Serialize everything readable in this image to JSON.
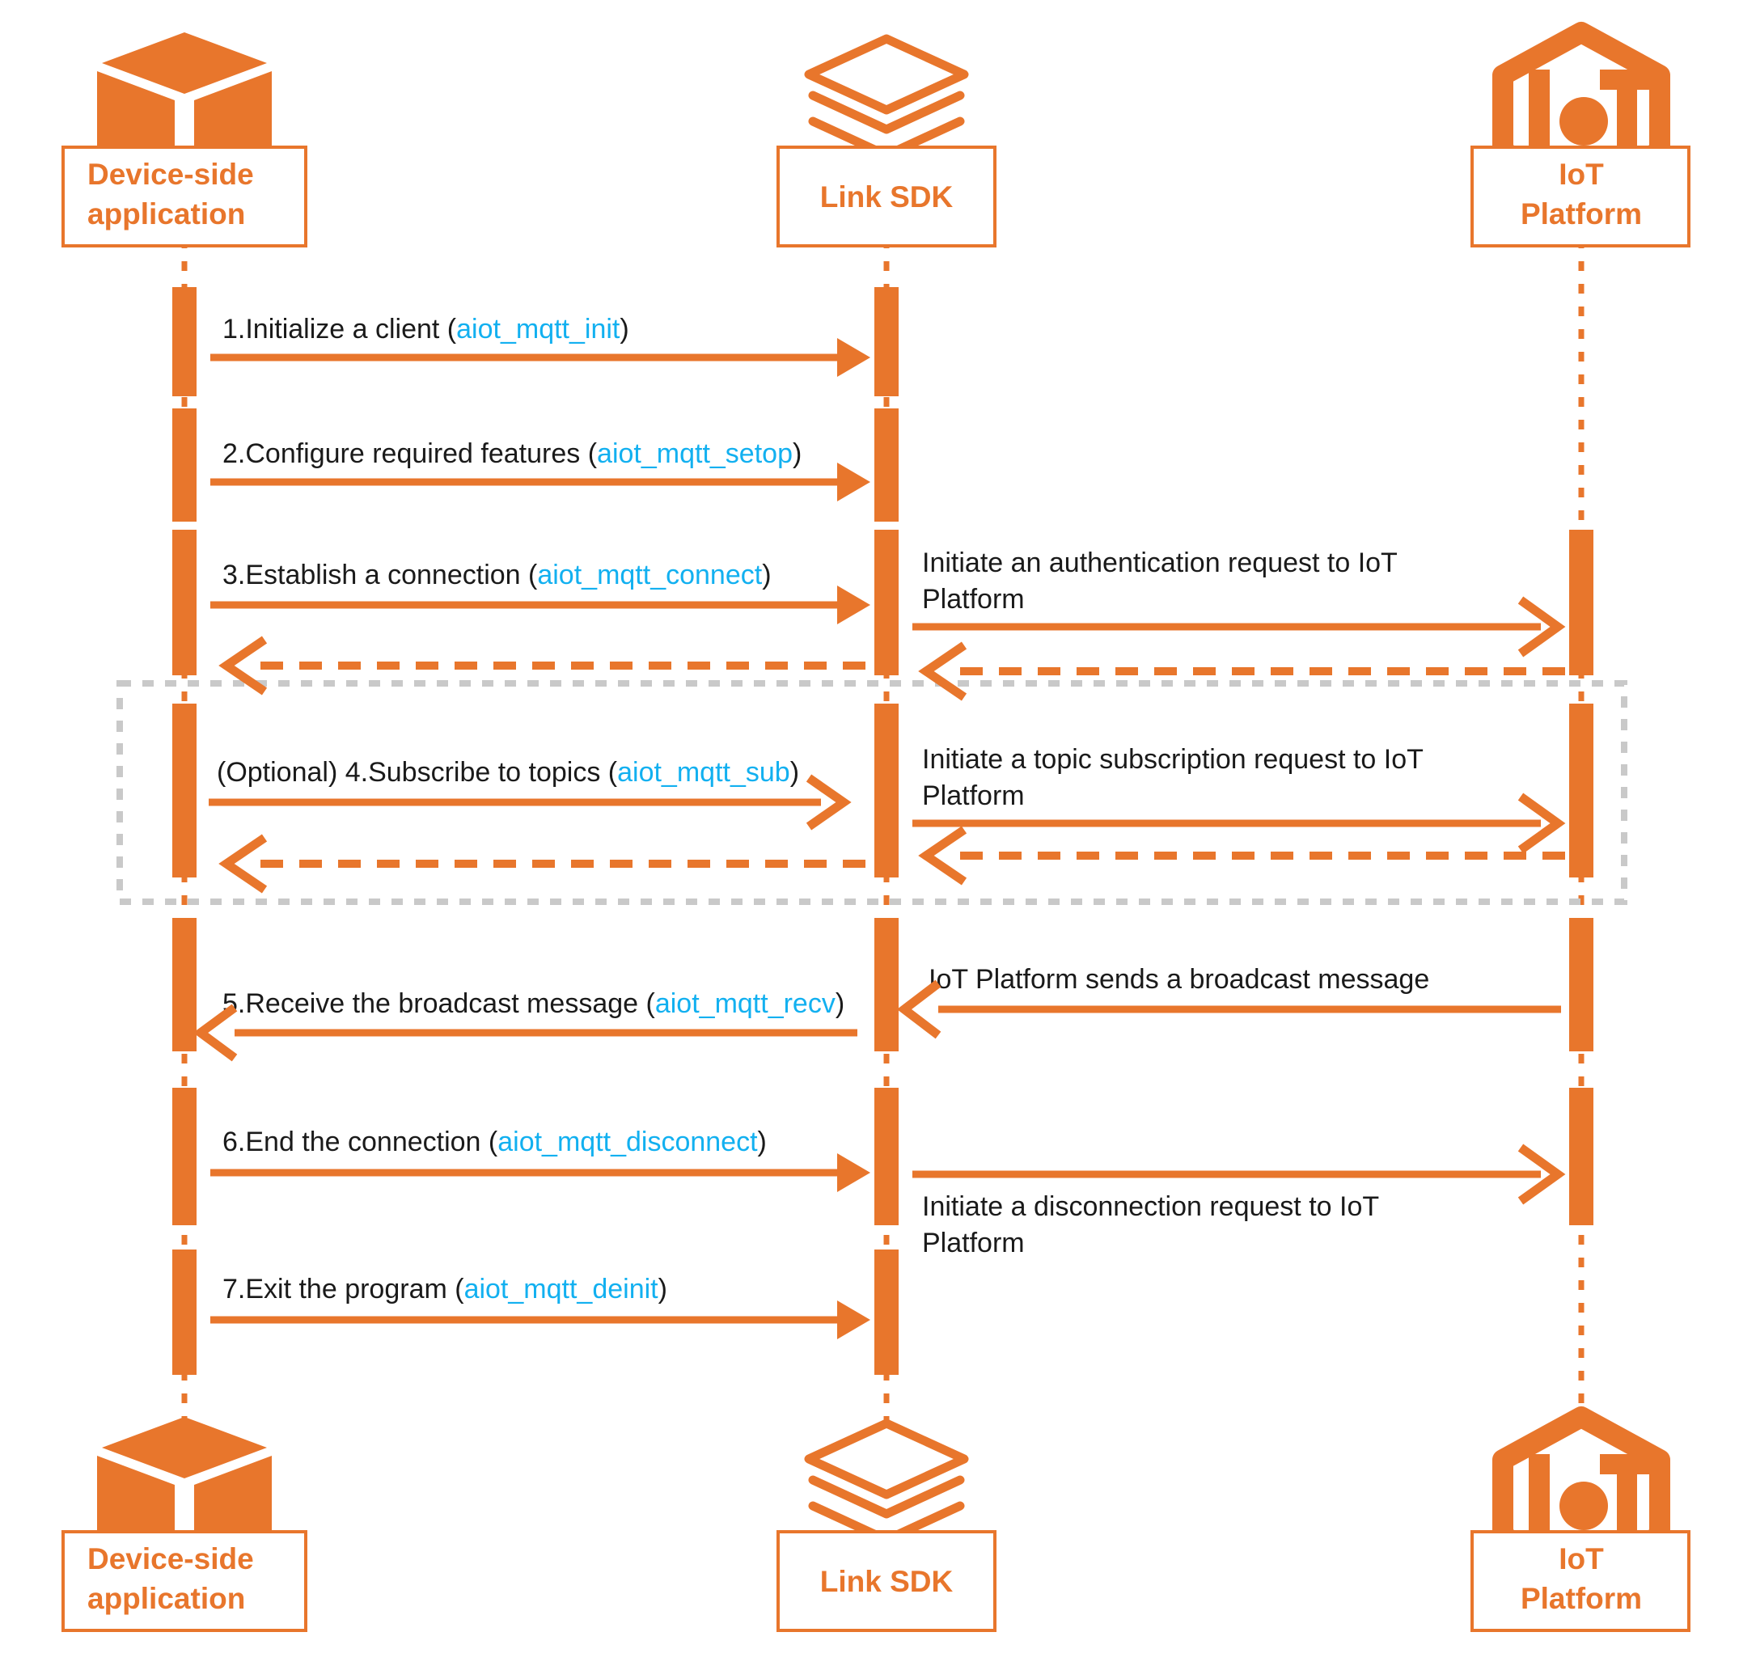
{
  "diagram": {
    "type": "sequence-diagram",
    "title": "MQTT connection workflow between device-side application, Link SDK and IoT Platform",
    "accent_color": "#E8762C",
    "function_color": "#12B0F0",
    "optional_box_color": "#C9C9C9",
    "background": "#FFFFFF"
  },
  "lanes": [
    {
      "id": "device",
      "label_line1": "Device-side",
      "label_line2": "application",
      "icon": "cube-icon"
    },
    {
      "id": "sdk",
      "label_line1": "Link SDK",
      "label_line2": "",
      "icon": "layers-icon"
    },
    {
      "id": "iot",
      "label_line1": "IoT",
      "label_line2": "Platform",
      "icon": "iot-hexagon-icon"
    }
  ],
  "messages": [
    {
      "id": "m1",
      "text_prefix": "1.Initialize a client (",
      "fn": "aiot_mqtt_init",
      "text_suffix": ")",
      "from": "device",
      "to": "sdk",
      "style": "solid",
      "direction": "right"
    },
    {
      "id": "m2",
      "text_prefix": "2.Configure required features (",
      "fn": "aiot_mqtt_setop",
      "text_suffix": ")",
      "from": "device",
      "to": "sdk",
      "style": "solid",
      "direction": "right"
    },
    {
      "id": "m3",
      "text_prefix": "3.Establish a connection (",
      "fn": "aiot_mqtt_connect",
      "text_suffix": ")",
      "from": "device",
      "to": "sdk",
      "style": "solid",
      "direction": "right"
    },
    {
      "id": "m3r1",
      "text_line1": "Initiate an authentication request to IoT",
      "text_line2": "Platform",
      "from": "sdk",
      "to": "iot",
      "style": "solid",
      "direction": "right"
    },
    {
      "id": "m3r2",
      "text_line1": "",
      "text_line2": "",
      "from": "iot",
      "to": "sdk",
      "style": "dashed",
      "direction": "left"
    },
    {
      "id": "m3r3",
      "text_line1": "",
      "text_line2": "",
      "from": "sdk",
      "to": "device",
      "style": "dashed",
      "direction": "left"
    },
    {
      "id": "m4",
      "text_prefix": "(Optional) 4.Subscribe to topics (",
      "fn": "aiot_mqtt_sub",
      "text_suffix": ")",
      "from": "device",
      "to": "sdk",
      "style": "solid",
      "direction": "right"
    },
    {
      "id": "m4r1",
      "text_line1": "Initiate a topic subscription request to IoT",
      "text_line2": "Platform",
      "from": "sdk",
      "to": "iot",
      "style": "solid",
      "direction": "right"
    },
    {
      "id": "m4r2",
      "text_line1": "",
      "text_line2": "",
      "from": "iot",
      "to": "sdk",
      "style": "dashed",
      "direction": "left"
    },
    {
      "id": "m4r3",
      "text_line1": "",
      "text_line2": "",
      "from": "sdk",
      "to": "device",
      "style": "dashed",
      "direction": "left"
    },
    {
      "id": "m5",
      "text_prefix": "5.Receive the broadcast message (",
      "fn": "aiot_mqtt_recv",
      "text_suffix": ")",
      "from": "sdk",
      "to": "device",
      "style": "solid",
      "direction": "left"
    },
    {
      "id": "m5r",
      "text_line1": "IoT Platform sends a broadcast message",
      "text_line2": "",
      "from": "iot",
      "to": "sdk",
      "style": "solid",
      "direction": "left"
    },
    {
      "id": "m6",
      "text_prefix": "6.End the connection (",
      "fn": "aiot_mqtt_disconnect",
      "text_suffix": ")",
      "from": "device",
      "to": "sdk",
      "style": "solid",
      "direction": "right"
    },
    {
      "id": "m6r",
      "text_line1": "Initiate a disconnection request to IoT",
      "text_line2": "Platform",
      "from": "sdk",
      "to": "iot",
      "style": "solid",
      "direction": "right",
      "label_position": "below"
    },
    {
      "id": "m7",
      "text_prefix": "7.Exit the program (",
      "fn": "aiot_mqtt_deinit",
      "text_suffix": ")",
      "from": "device",
      "to": "sdk",
      "style": "solid",
      "direction": "right"
    }
  ],
  "optional_fragment": {
    "label": "",
    "covers": [
      "m4",
      "m4r1",
      "m4r2",
      "m4r3"
    ]
  }
}
